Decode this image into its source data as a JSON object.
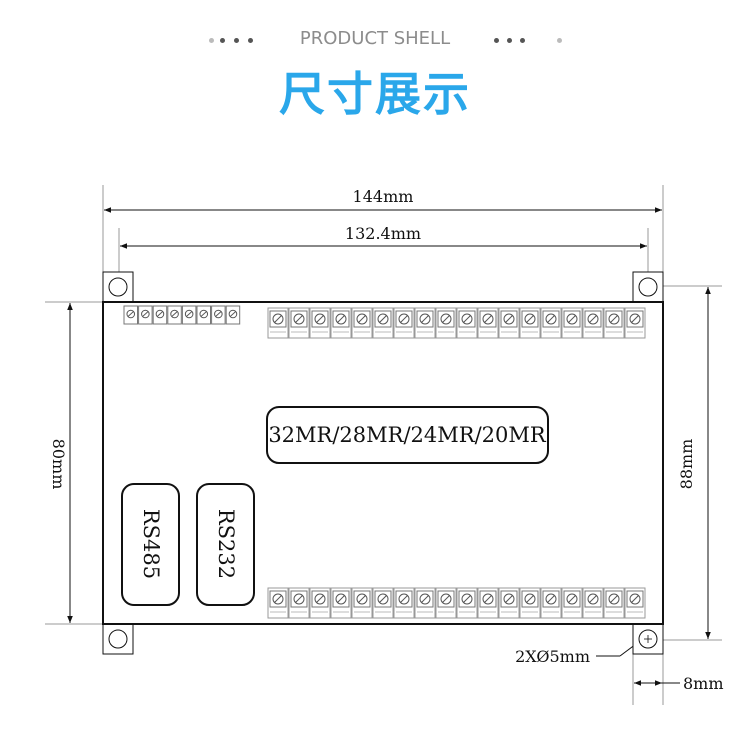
{
  "header": {
    "subtitle": "PRODUCT SHELL",
    "title": "尺寸展示"
  },
  "dimensions": {
    "overall_width": "144mm",
    "hole_spacing_width": "132.4mm",
    "board_height": "80mm",
    "overall_height": "88mm",
    "hole_spec": "2XØ5mm",
    "tab_width": "8mm"
  },
  "labels": {
    "model": "32MR/28MR/24MR/20MR",
    "port_rs485": "RS485",
    "port_rs232": "RS232"
  },
  "colors": {
    "title": "#2aa7ea",
    "subtitle": "#8c8c8c",
    "line": "#111111"
  }
}
